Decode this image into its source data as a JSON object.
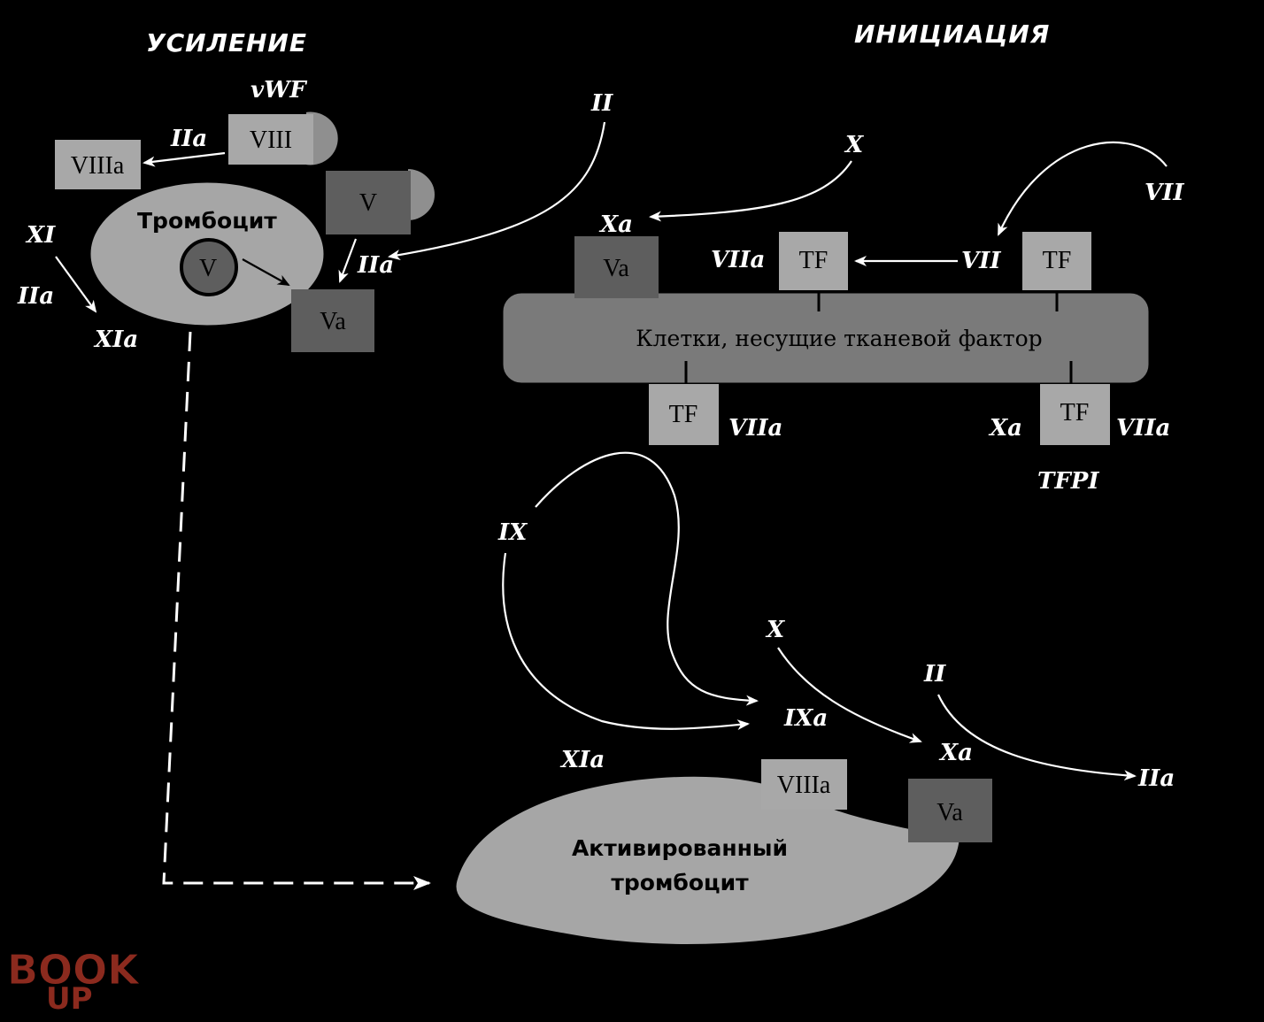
{
  "headers": {
    "amplification": "УСИЛЕНИЕ",
    "initiation": "ИНИЦИАЦИЯ"
  },
  "platelet": {
    "label": "Тромбоцит",
    "inner": "V"
  },
  "activated_platelet": {
    "line1": "Активированный",
    "line2": "тромбоцит"
  },
  "cell_bar": {
    "label": "Клетки, несущие тканевой фактор"
  },
  "boxes": {
    "viii": "VIII",
    "viiia_top": "VIIIa",
    "v_top": "V",
    "va_left": "Va",
    "va_mid": "Va",
    "tf_1": "TF",
    "tf_2": "TF",
    "tf_3": "TF",
    "tf_4": "TF",
    "viiia_bottom": "VIIIa",
    "va_bottom": "Va"
  },
  "labels": {
    "vwf": "vWF",
    "iia_top": "IIa",
    "xi": "XI",
    "iia_left": "IIa",
    "xia_left": "XIa",
    "iia_mid": "IIa",
    "ii_top": "II",
    "x_top": "X",
    "xa_top": "Xa",
    "vii_right": "VII",
    "viia_1": "VIIa",
    "vii_mid": "VII",
    "viia_2": "VIIa",
    "xa_bottom_right": "Xa",
    "viia_3": "VIIa",
    "tfpi": "TFPI",
    "ix": "IX",
    "x_bottom": "X",
    "ii_bottom": "II",
    "ixa": "IXa",
    "xa_bottom": "Xa",
    "iia_bottom": "IIa",
    "xia_bottom": "XIa"
  },
  "logo": {
    "top": "BOOK",
    "bottom": "UP"
  },
  "colors": {
    "background": "#000000",
    "light_box": "#a8a8a8",
    "dark_box": "#5e5e5e",
    "platelet_fill": "#a6a6a6",
    "cell_bar_fill": "#7a7a7a",
    "logo": "#8b2a1e"
  }
}
